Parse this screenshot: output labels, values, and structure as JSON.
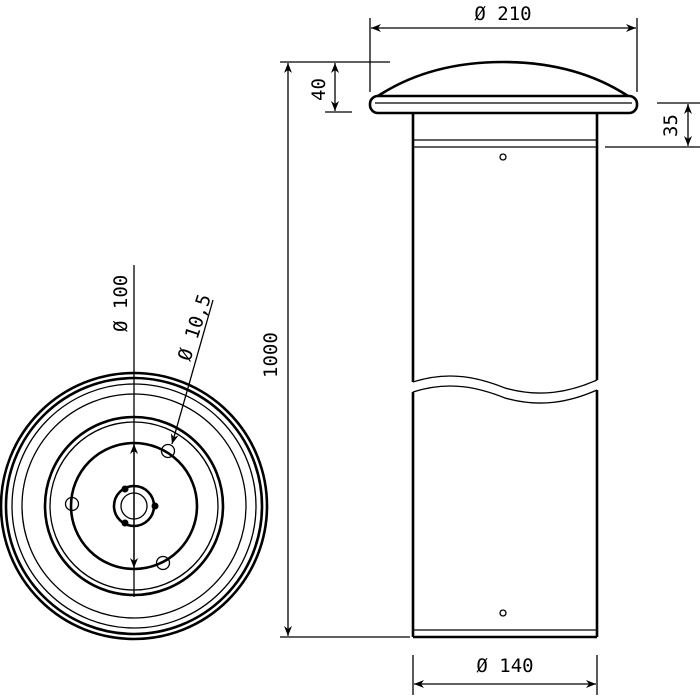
{
  "dimensions": {
    "cap_diameter": "Ø 210",
    "cap_height": "40",
    "collar_height": "35",
    "total_height": "1000",
    "body_diameter": "Ø 140",
    "bolt_circle_diameter": "Ø 100",
    "hole_diameter": "Ø 10,5"
  }
}
